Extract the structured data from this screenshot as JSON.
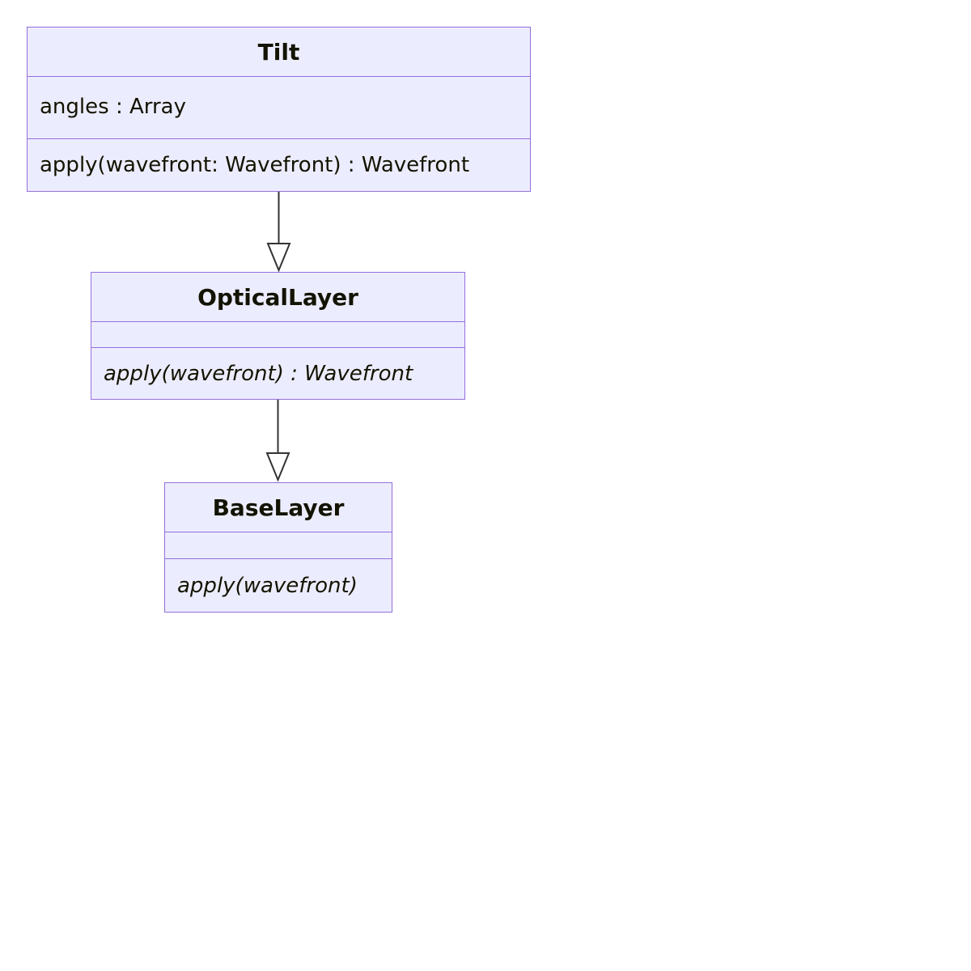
{
  "diagram": {
    "type": "uml-class-diagram",
    "classes": [
      {
        "name": "Tilt",
        "attributes": [
          "angles : Array"
        ],
        "methods": [
          "apply(wavefront: Wavefront) : Wavefront"
        ]
      },
      {
        "name": "OpticalLayer",
        "attributes": [],
        "methods": [
          "apply(wavefront) : Wavefront"
        ],
        "abstract_methods": true
      },
      {
        "name": "BaseLayer",
        "attributes": [],
        "methods": [
          "apply(wavefront)"
        ],
        "abstract_methods": true
      }
    ],
    "relations": [
      {
        "from": "Tilt",
        "to": "OpticalLayer",
        "type": "inheritance"
      },
      {
        "from": "OpticalLayer",
        "to": "BaseLayer",
        "type": "inheritance"
      }
    ],
    "colors": {
      "node_fill": "#ECECFF",
      "node_border": "#9370DB",
      "edge": "#333333",
      "text": "#131300",
      "background": "#ffffff"
    }
  }
}
